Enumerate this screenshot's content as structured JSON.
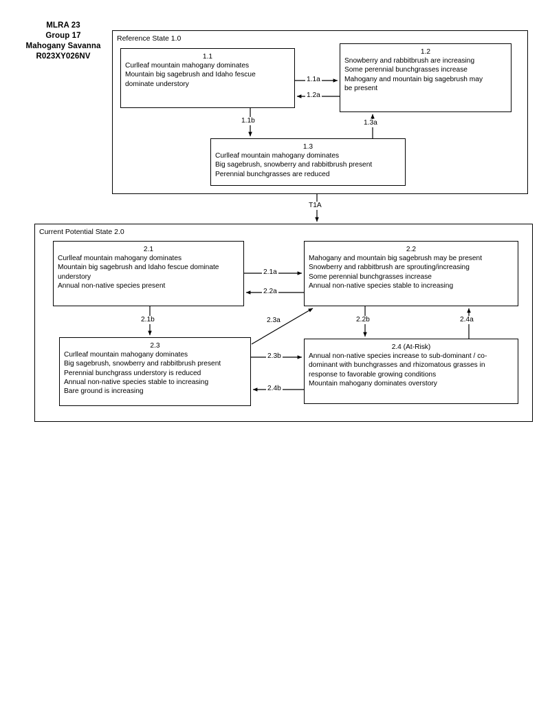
{
  "header": {
    "lines": [
      "MLRA 23",
      "Group 17",
      "Mahogany Savanna",
      "R023XY026NV"
    ]
  },
  "states": [
    {
      "id": "reference-state",
      "label": "Reference State 1.0"
    },
    {
      "id": "current-potential-state",
      "label": "Current Potential State 2.0"
    }
  ],
  "phases": {
    "p11": {
      "number": "1.1",
      "lines": [
        "Curlleaf mountain mahogany dominates",
        "Mountain big sagebrush and Idaho fescue",
        "dominate understory"
      ]
    },
    "p12": {
      "number": "1.2",
      "lines": [
        "Snowberry and rabbitbrush are increasing",
        "Some perennial bunchgrasses increase",
        "Mahogany and mountain big sagebrush may",
        "be present"
      ]
    },
    "p13": {
      "number": "1.3",
      "lines": [
        "Curlleaf mountain mahogany dominates",
        "Big sagebrush, snowberry and rabbitbrush present",
        "Perennial bunchgrasses are reduced"
      ]
    },
    "p21": {
      "number": "2.1",
      "lines": [
        "Curlleaf mountain mahogany dominates",
        "Mountain big sagebrush and Idaho fescue dominate",
        "understory",
        "Annual non-native species present"
      ]
    },
    "p22": {
      "number": "2.2",
      "lines": [
        "Mahogany and mountain big sagebrush may be present",
        "Snowberry and rabbitbrush are sprouting/increasing",
        "Some perennial bunchgrasses increase",
        "Annual non-native species stable to increasing"
      ]
    },
    "p23": {
      "number": "2.3",
      "lines": [
        "Curlleaf mountain mahogany dominates",
        "Big sagebrush, snowberry and rabbitbrush present",
        "Perennial bunchgrass understory is reduced",
        "Annual non-native species stable to increasing",
        "Bare ground is increasing"
      ]
    },
    "p24": {
      "number": "2.4 (At-Risk)",
      "lines": [
        "Annual non-native species increase to sub-dominant / co-",
        "dominant with bunchgrasses and rhizomatous grasses in",
        "response to favorable growing conditions",
        "Mountain mahogany dominates overstory"
      ]
    }
  },
  "transitions": {
    "t_1_1a": "1.1a",
    "t_1_2a": "1.2a",
    "t_1_1b": "1.1b",
    "t_1_3a": "1.3a",
    "t_T1A": "T1A",
    "t_2_1a": "2.1a",
    "t_2_2a": "2.2a",
    "t_2_1b": "2.1b",
    "t_2_3a": "2.3a",
    "t_2_2b": "2.2b",
    "t_2_4a": "2.4a",
    "t_2_3b": "2.3b",
    "t_2_4b": "2.4b"
  },
  "colors": {
    "stroke": "#000000",
    "background": "#ffffff"
  }
}
